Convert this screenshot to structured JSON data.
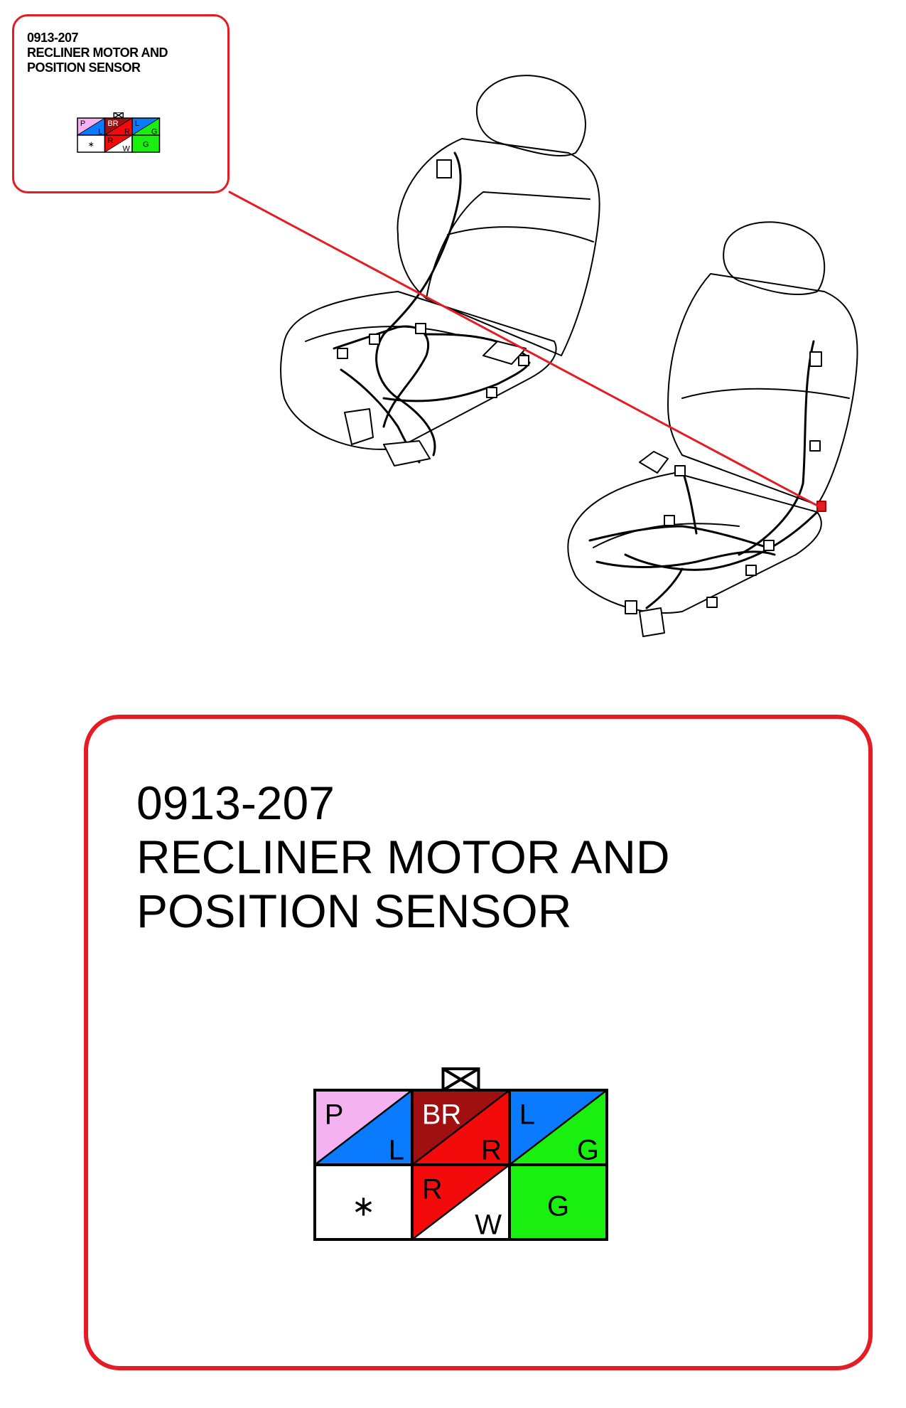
{
  "callout_small": {
    "code": "0913-207",
    "name_line1": "RECLINER MOTOR AND",
    "name_line2": "POSITION SENSOR"
  },
  "callout_large": {
    "code": "0913-207",
    "name_line1": "RECLINER MOTOR AND",
    "name_line2": "POSITION SENSOR"
  },
  "connector": {
    "cavities": [
      {
        "primary": "P",
        "secondary": "L",
        "primary_color": "#f5b2f0",
        "secondary_color": "#0a7bff"
      },
      {
        "primary": "BR",
        "secondary": "R",
        "primary_color": "#a11010",
        "secondary_color": "#f30b0b"
      },
      {
        "primary": "L",
        "secondary": "G",
        "primary_color": "#0a7bff",
        "secondary_color": "#19f00f"
      },
      {
        "primary": "∗",
        "secondary": "",
        "primary_color": "#ffffff",
        "secondary_color": "#ffffff"
      },
      {
        "primary": "R",
        "secondary": "W",
        "primary_color": "#f30b0b",
        "secondary_color": "#ffffff"
      },
      {
        "primary": "G",
        "secondary": "",
        "primary_color": "#19f00f",
        "secondary_color": "#19f00f"
      }
    ],
    "latch_icon": "box-x-icon"
  },
  "colors": {
    "callout_border": "#e51c23",
    "leader_line": "#e51c23",
    "highlight_connector": "#e51c23"
  }
}
